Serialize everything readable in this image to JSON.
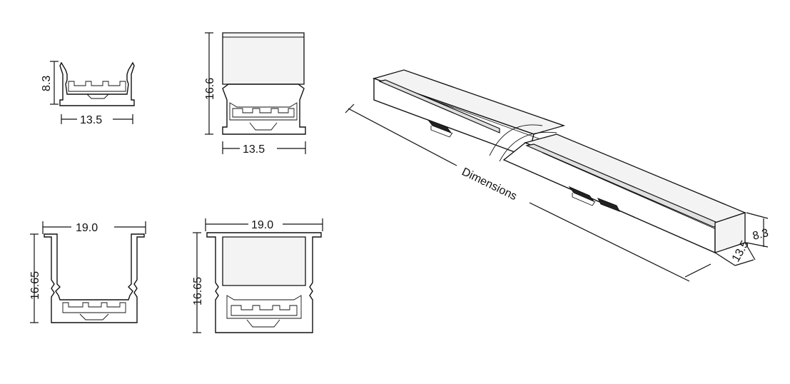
{
  "diagram": {
    "top_left": {
      "height_label": "8.3",
      "width_label": "13.5"
    },
    "top_mid": {
      "height_label": "16.6",
      "width_label": "13.5"
    },
    "bot_left": {
      "height_label": "16.65",
      "width_label": "19.0"
    },
    "bot_mid": {
      "height_label": "16.65",
      "width_label": "19.0"
    },
    "iso": {
      "length_label": "Dimensions",
      "height_label": "8.3",
      "width_label": "13.5"
    }
  },
  "colors": {
    "line": "#111111",
    "panel": "#f3f3f3",
    "background": "#ffffff"
  }
}
